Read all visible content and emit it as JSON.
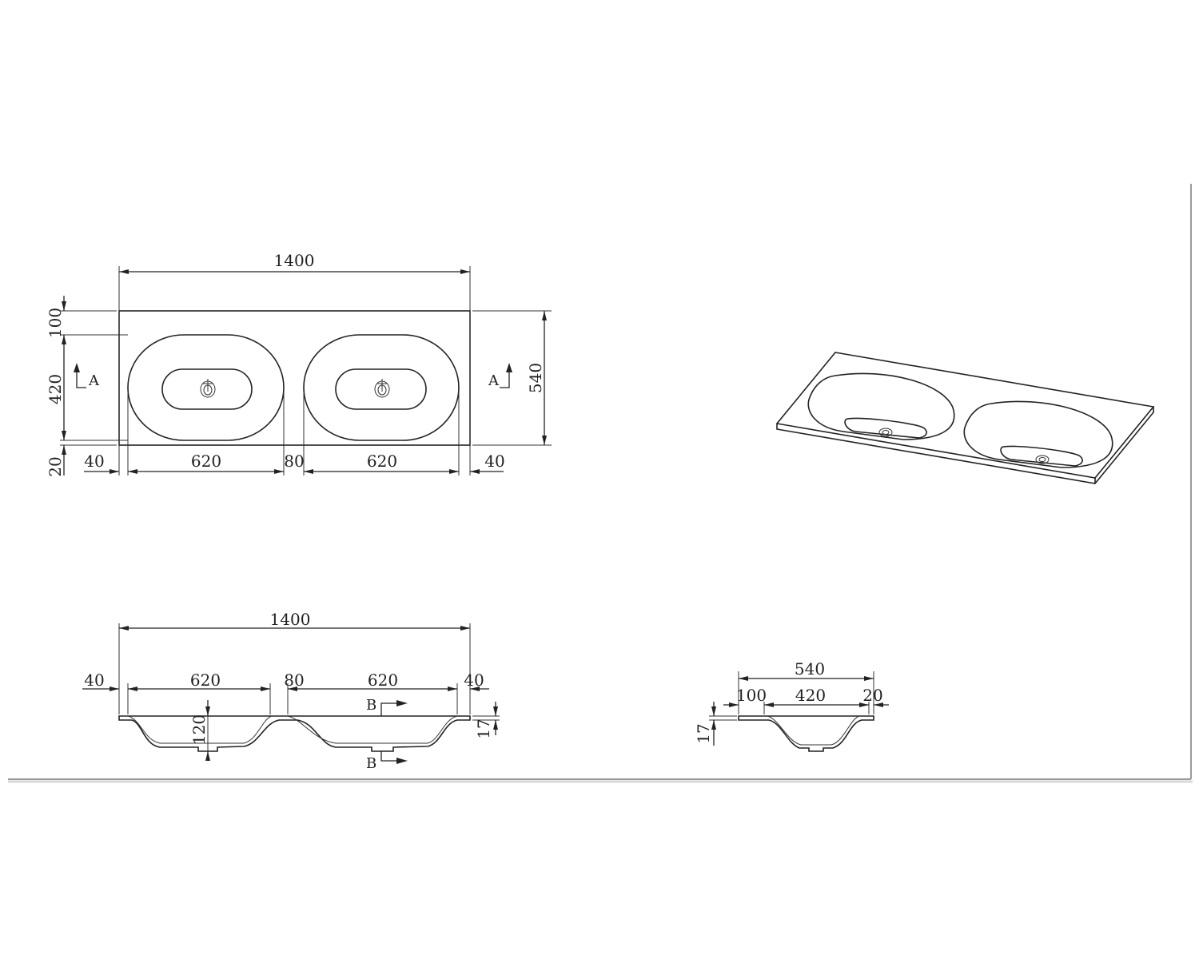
{
  "top_view": {
    "overall_length": "1400",
    "overall_depth": "540",
    "back_margin": "100",
    "basin_depth": "420",
    "front_margin": "20",
    "left_margin": "40",
    "basin_left_width": "620",
    "center_gap": "80",
    "basin_right_width": "620",
    "right_margin": "40",
    "section_left": "A",
    "section_right": "A"
  },
  "front_section": {
    "overall_length": "1400",
    "left_margin": "40",
    "basin_left_width": "620",
    "center_gap": "80",
    "basin_right_width": "620",
    "right_margin": "40",
    "basin_height": "120",
    "thickness": "17",
    "section_top": "B",
    "section_bottom": "B"
  },
  "side_section": {
    "overall_depth": "540",
    "back_margin": "100",
    "basin_depth": "420",
    "front_margin": "20",
    "thickness": "17"
  },
  "colors": {
    "line": "#222222",
    "frame": "#9a9a9a"
  }
}
